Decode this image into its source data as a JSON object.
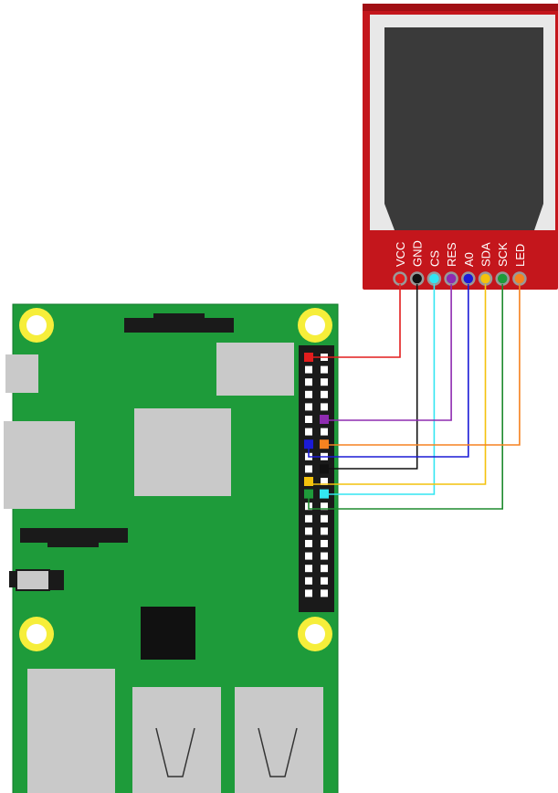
{
  "colors": {
    "pcb_green": "#1e9b3a",
    "pcb_edge": "#117a2a",
    "display_red": "#c4161c",
    "screen_dark": "#3a3a3a",
    "screen_frame": "#e8e8e8",
    "header_black": "#1a1a1a",
    "mount_yellow": "#f6ee3a",
    "port_gray": "#c9c9c9"
  },
  "display_pins": [
    {
      "label": "VCC",
      "color": "#e21d1d",
      "wire": "#e21d1d"
    },
    {
      "label": "GND",
      "color": "#111111",
      "wire": "#111111"
    },
    {
      "label": "CS",
      "color": "#33e6f2",
      "wire": "#33e6f2"
    },
    {
      "label": "RES",
      "color": "#8e2bb0",
      "wire": "#8e2bb0"
    },
    {
      "label": "A0",
      "color": "#1b1bd6",
      "wire": "#1b1bd6"
    },
    {
      "label": "SDA",
      "color": "#f4c20d",
      "wire": "#f4c20d"
    },
    {
      "label": "SCK",
      "color": "#1e9b3a",
      "wire": "#1e8a2e"
    },
    {
      "label": "LED",
      "color": "#f58220",
      "wire": "#f58220"
    }
  ],
  "components": {
    "board": "raspberry-pi",
    "display": "tft-spi-display-module"
  }
}
